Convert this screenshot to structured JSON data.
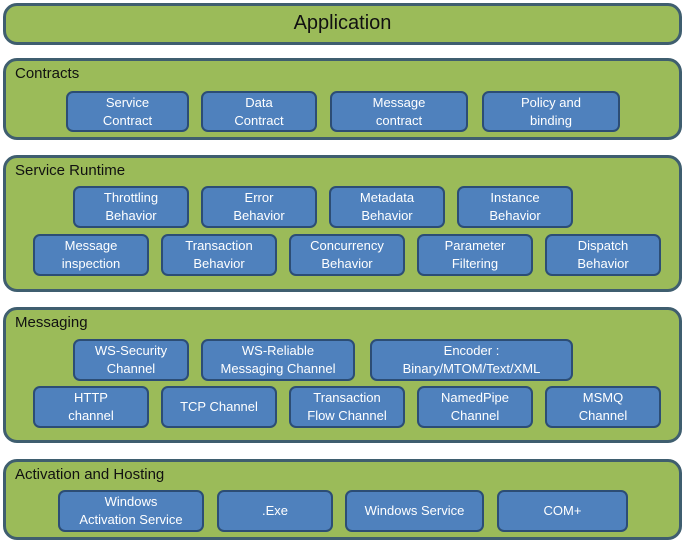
{
  "application": {
    "title": "Application"
  },
  "layers": [
    {
      "title": "Contracts",
      "boxes": [
        {
          "line1": "Service",
          "line2": "Contract"
        },
        {
          "line1": "Data",
          "line2": "Contract"
        },
        {
          "line1": "Message",
          "line2": "contract"
        },
        {
          "line1": "Policy and",
          "line2": "binding"
        }
      ]
    },
    {
      "title": "Service Runtime",
      "boxes": [
        {
          "line1": "Throttling",
          "line2": "Behavior"
        },
        {
          "line1": "Error",
          "line2": "Behavior"
        },
        {
          "line1": "Metadata",
          "line2": "Behavior"
        },
        {
          "line1": "Instance",
          "line2": "Behavior"
        },
        {
          "line1": "Message",
          "line2": "inspection"
        },
        {
          "line1": "Transaction",
          "line2": "Behavior"
        },
        {
          "line1": "Concurrency",
          "line2": "Behavior"
        },
        {
          "line1": "Parameter",
          "line2": "Filtering"
        },
        {
          "line1": "Dispatch",
          "line2": "Behavior"
        }
      ]
    },
    {
      "title": "Messaging",
      "boxes": [
        {
          "line1": "WS-Security",
          "line2": "Channel"
        },
        {
          "line1": "WS-Reliable",
          "line2": "Messaging Channel"
        },
        {
          "line1": "Encoder :",
          "line2": "Binary/MTOM/Text/XML"
        },
        {
          "line1": "HTTP",
          "line2": "channel"
        },
        {
          "line1": "TCP Channel",
          "line2": ""
        },
        {
          "line1": "Transaction",
          "line2": "Flow Channel"
        },
        {
          "line1": "NamedPipe",
          "line2": "Channel"
        },
        {
          "line1": "MSMQ",
          "line2": "Channel"
        }
      ]
    },
    {
      "title": "Activation and Hosting",
      "boxes": [
        {
          "line1": "Windows",
          "line2": "Activation Service"
        },
        {
          "line1": ".Exe",
          "line2": ""
        },
        {
          "line1": "Windows Service",
          "line2": ""
        },
        {
          "line1": "COM+",
          "line2": ""
        }
      ]
    }
  ]
}
